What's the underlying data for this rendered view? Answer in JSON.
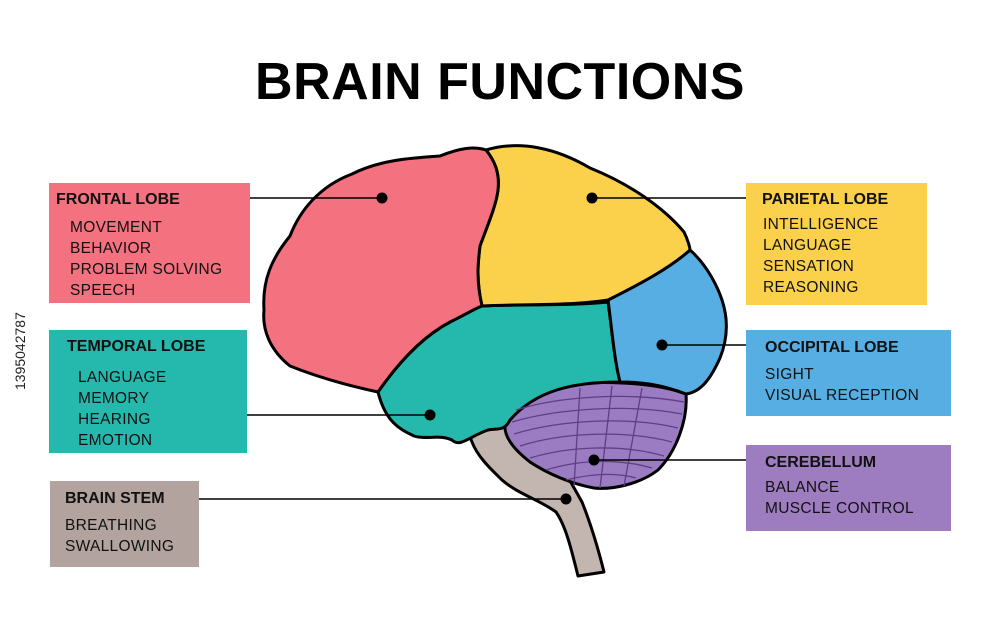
{
  "title": "BRAIN FUNCTIONS",
  "stock_id": "1395042787",
  "regions": {
    "frontal": {
      "name": "FRONTAL LOBE",
      "items": [
        "MOVEMENT",
        "BEHAVIOR",
        "PROBLEM SOLVING",
        "SPEECH"
      ],
      "color": "#f4717f"
    },
    "temporal": {
      "name": "TEMPORAL LOBE",
      "items": [
        "LANGUAGE",
        "MEMORY",
        "HEARING",
        "EMOTION"
      ],
      "color": "#25b9ad"
    },
    "stem": {
      "name": "BRAIN STEM",
      "items": [
        "BREATHING",
        "SWALLOWING"
      ],
      "color": "#b2a39e"
    },
    "parietal": {
      "name": "PARIETAL LOBE",
      "items": [
        "INTELLIGENCE",
        "LANGUAGE",
        "SENSATION",
        "REASONING"
      ],
      "color": "#fbd04b"
    },
    "occipital": {
      "name": "OCCIPITAL LOBE",
      "items": [
        "SIGHT",
        "VISUAL RECEPTION"
      ],
      "color": "#56aee2"
    },
    "cerebellum": {
      "name": "CEREBELLUM",
      "items": [
        "BALANCE",
        "MUSCLE CONTROL"
      ],
      "color": "#9d7dbf"
    }
  }
}
